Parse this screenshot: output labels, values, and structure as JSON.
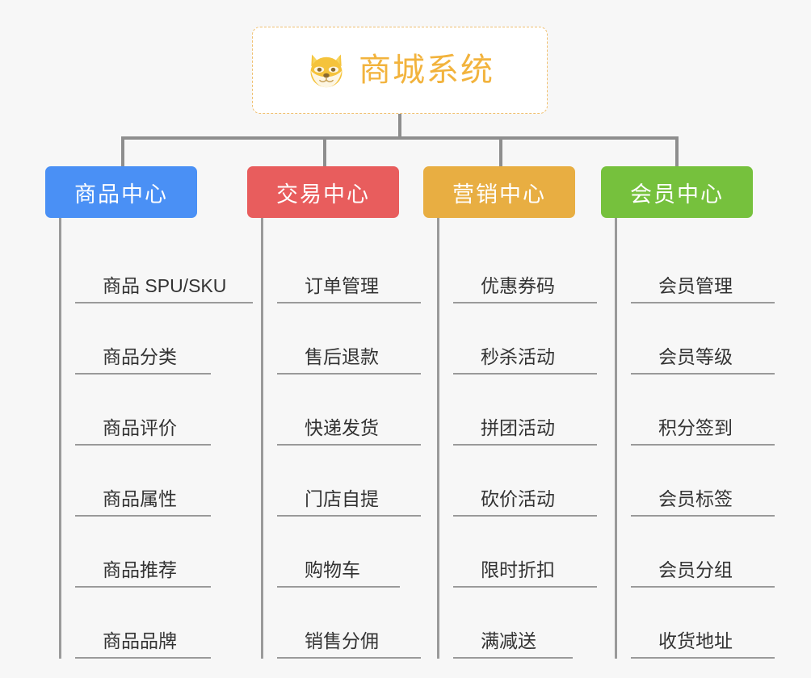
{
  "root": {
    "title": "商城系统",
    "icon": "shiba-dog-icon",
    "accent_color": "#f2b33d",
    "border_color": "#f0c070"
  },
  "connector_color": "#8e8e8e",
  "background_color": "#f7f7f7",
  "branches": [
    {
      "label": "商品中心",
      "color": "#4a90f5",
      "items": [
        "商品 SPU/SKU",
        "商品分类",
        "商品评价",
        "商品属性",
        "商品推荐",
        "商品品牌"
      ]
    },
    {
      "label": "交易中心",
      "color": "#e85d5d",
      "items": [
        "订单管理",
        "售后退款",
        "快递发货",
        "门店自提",
        "购物车",
        "销售分佣"
      ]
    },
    {
      "label": "营销中心",
      "color": "#e8ae42",
      "items": [
        "优惠券码",
        "秒杀活动",
        "拼团活动",
        "砍价活动",
        "限时折扣",
        "满减送"
      ]
    },
    {
      "label": "会员中心",
      "color": "#76c13d",
      "items": [
        "会员管理",
        "会员等级",
        "积分签到",
        "会员标签",
        "会员分组",
        "收货地址"
      ]
    }
  ]
}
